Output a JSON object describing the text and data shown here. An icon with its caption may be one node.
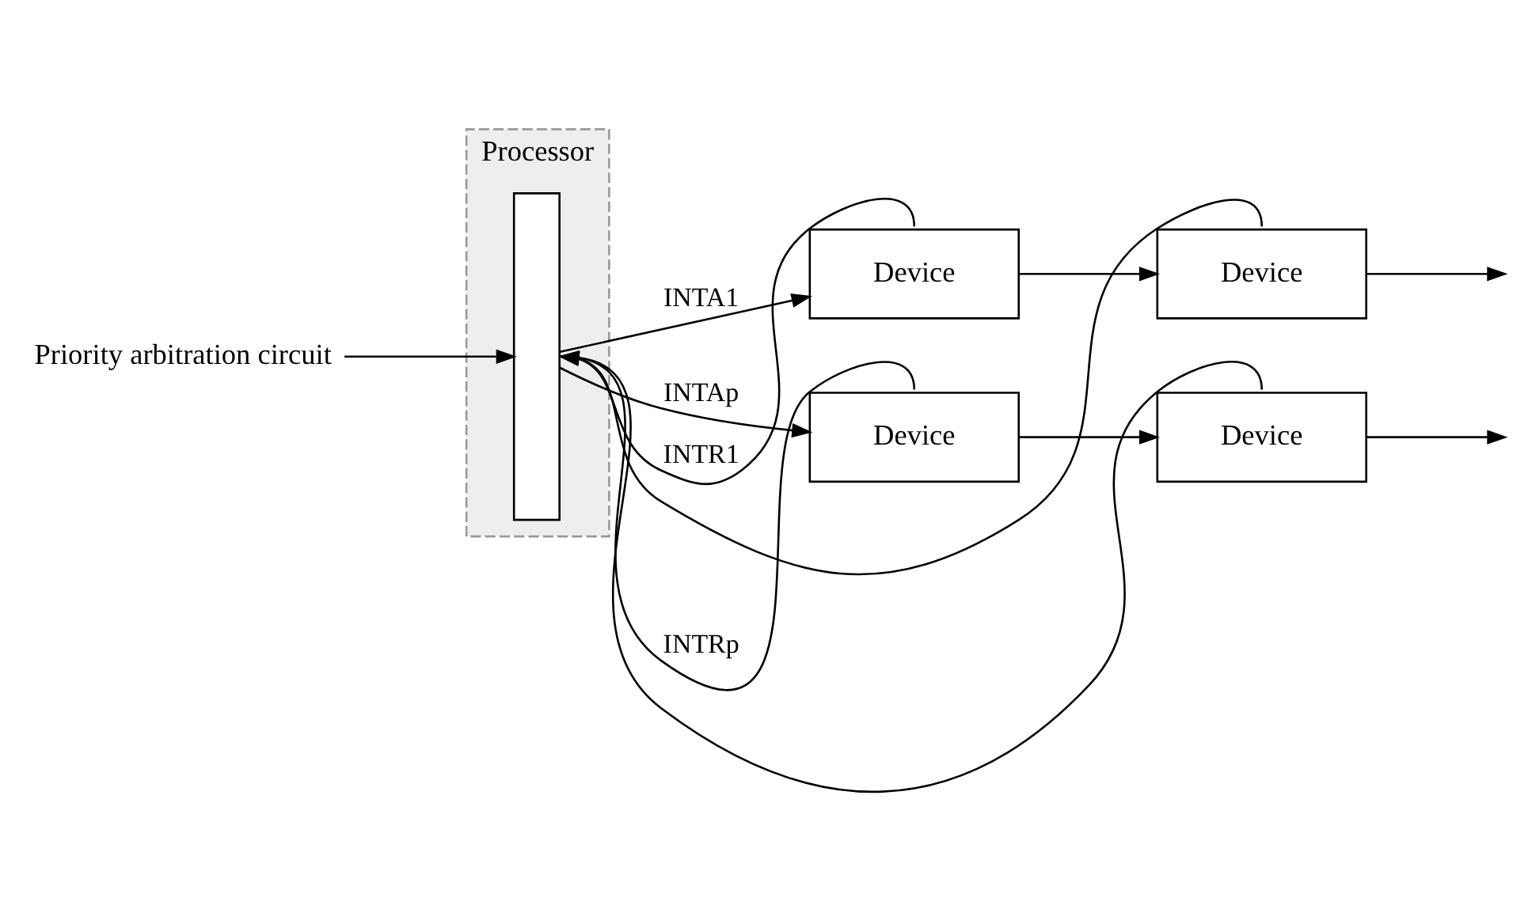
{
  "diagram": {
    "nodes": [
      {
        "text": [
          "Processor"
        ]
      },
      {
        "text": [],
        "shape": "box",
        "in": 0
      },
      {
        "text": [
          "Priority arbitration circuit"
        ]
      },
      {
        "text": [
          "Device"
        ]
      },
      {
        "text": [
          "Device"
        ]
      },
      {
        "text": [
          "Device"
        ]
      },
      {
        "text": [
          "Device"
        ]
      }
    ],
    "edges": [
      {
        "from": 2,
        "to": 1,
        "arrow": "to"
      },
      {
        "from": 3,
        "to": 1,
        "arrow": "to",
        "label": "INTR1"
      },
      {
        "from": 4,
        "to": 1,
        "arrow": "to"
      },
      {
        "from": 1,
        "to": 3,
        "arrow": "to",
        "label": "INTA1"
      },
      {
        "from": 3,
        "to": 4,
        "arrow": "to"
      },
      {
        "from": 4,
        "to": null,
        "arrow": "to"
      },
      {
        "from": 5,
        "to": 1,
        "arrow": "to",
        "label": "INTRp"
      },
      {
        "from": 6,
        "to": 1,
        "arrow": "to"
      },
      {
        "from": 1,
        "to": 5,
        "arrow": "to",
        "label": "INTAp"
      },
      {
        "from": 5,
        "to": 6,
        "arrow": "to"
      },
      {
        "from": 6,
        "to": null,
        "arrow": "to"
      }
    ]
  }
}
